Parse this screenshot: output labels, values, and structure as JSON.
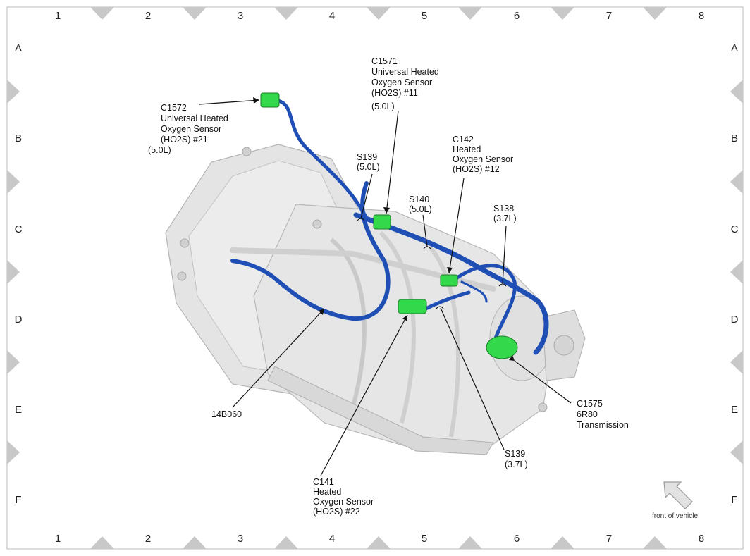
{
  "colors": {
    "border_marker": "#c8c8c8",
    "harness": "#1f4fb5",
    "connector": "#33d94a",
    "housing": "#e2e2e2",
    "leader": "#111111"
  },
  "grid": {
    "columns": [
      "1",
      "2",
      "3",
      "4",
      "5",
      "6",
      "7",
      "8"
    ],
    "rows": [
      "A",
      "B",
      "C",
      "D",
      "E",
      "F"
    ]
  },
  "callouts": {
    "c1572": [
      "C1572",
      "Universal Heated",
      "Oxygen Sensor",
      "(HO2S) #21",
      "(5.0L)"
    ],
    "c1571": [
      "C1571",
      "Universal Heated",
      "Oxygen Sensor",
      "(HO2S) #11",
      "(5.0L)"
    ],
    "s139_50": [
      "S139",
      "(5.0L)"
    ],
    "s140": [
      "S140",
      "(5.0L)"
    ],
    "c142": [
      "C142",
      "Heated",
      "Oxygen Sensor",
      "(HO2S) #12"
    ],
    "s138": [
      "S138",
      "(3.7L)"
    ],
    "c1575": [
      "C1575",
      "6R80",
      "Transmission"
    ],
    "s139_37": [
      "S139",
      "(3.7L)"
    ],
    "c141": [
      "C141",
      "Heated",
      "Oxygen Sensor",
      "(HO2S) #22"
    ],
    "harness": [
      "14B060"
    ]
  },
  "orientation": {
    "label": "front of vehicle",
    "icon": "arrow-up-left-icon"
  }
}
